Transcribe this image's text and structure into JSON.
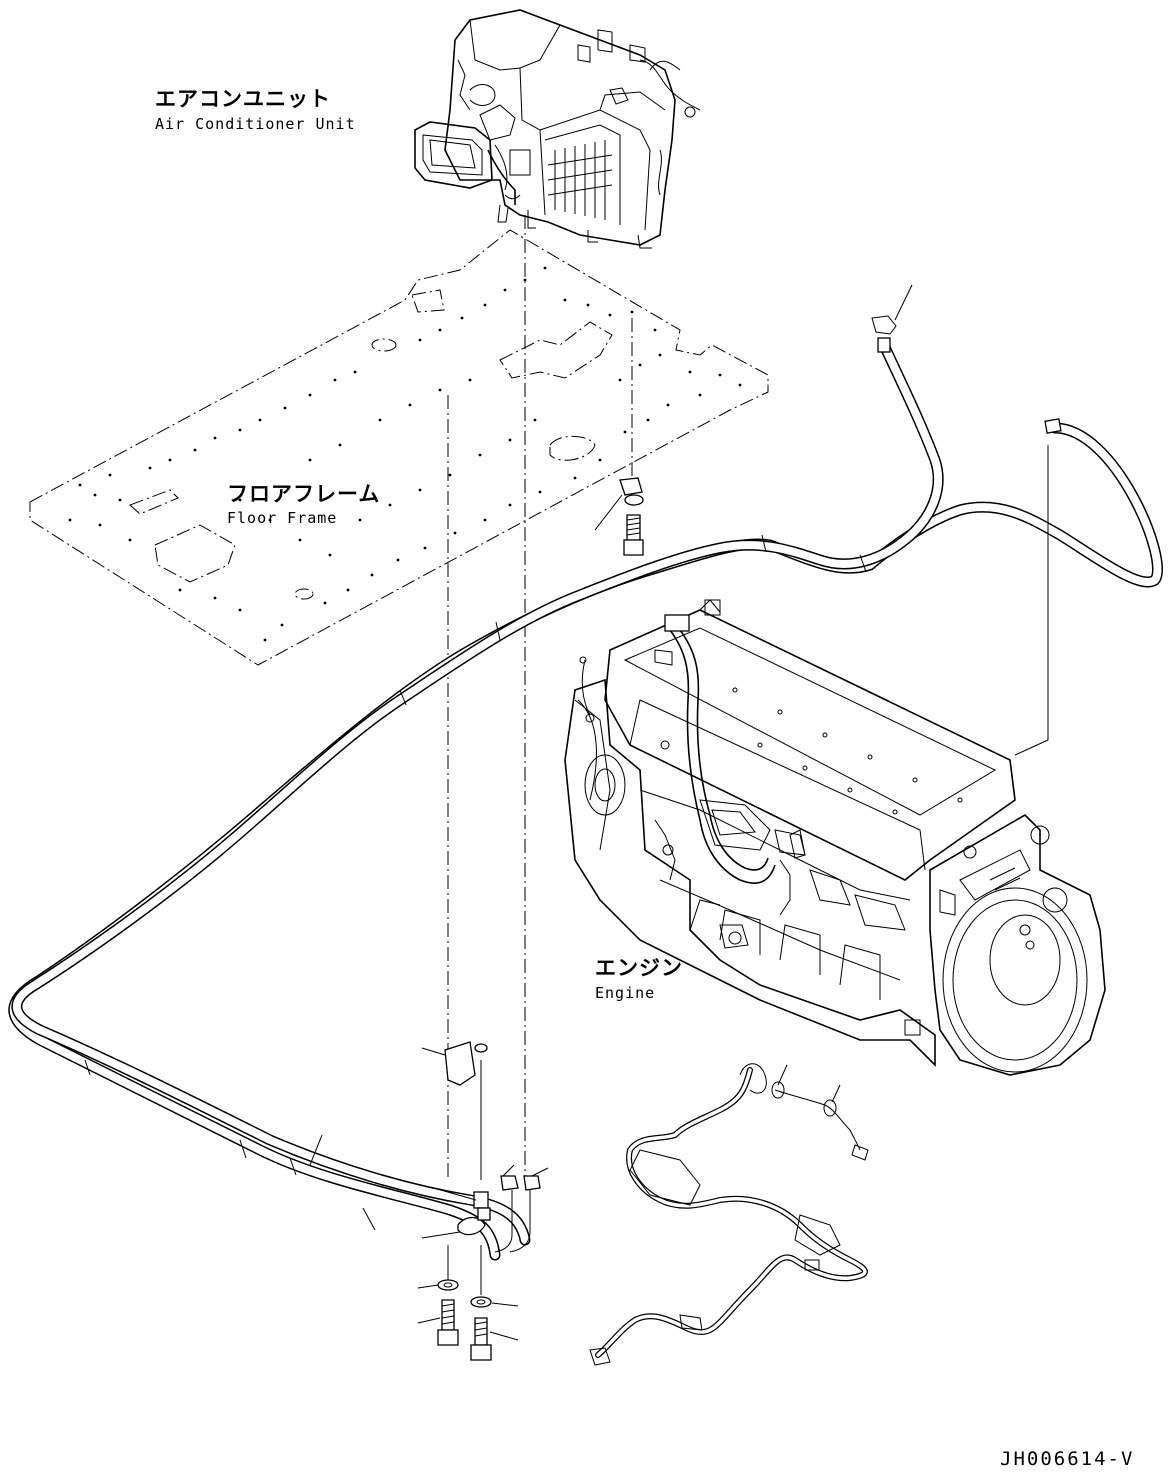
{
  "labels": {
    "aircon_jp": "エアコンユニット",
    "aircon_en": "Air Conditioner Unit",
    "floor_jp": "フロアフレーム",
    "floor_en": "Floor Frame",
    "engine_jp": "エンジン",
    "engine_en": "Engine"
  },
  "drawing_code": "JH006614-V"
}
